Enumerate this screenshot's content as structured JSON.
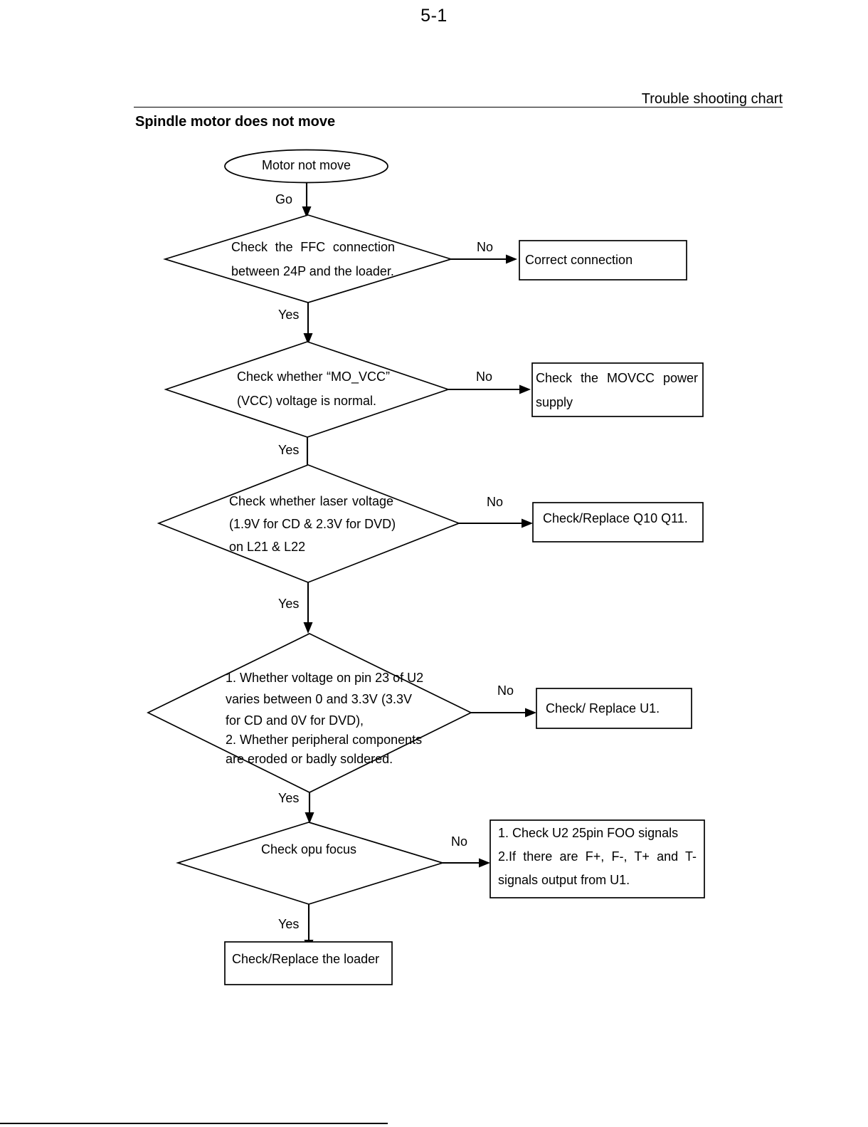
{
  "page": {
    "number": "5-1",
    "header_label": "Trouble shooting chart",
    "section_title": "Spindle motor does not move"
  },
  "flowchart": {
    "type": "troubleshooting-flowchart",
    "start": {
      "shape": "ellipse",
      "label": "Motor not move"
    },
    "edge_labels": {
      "go": "Go",
      "yes": "Yes",
      "no": "No"
    },
    "steps": [
      {
        "id": "step-1",
        "shape": "diamond",
        "lines": [
          "Check the FFC connection",
          "between 24P and the loader."
        ],
        "no_label": "No",
        "yes_label": "Yes",
        "no_target": {
          "shape": "box",
          "lines": [
            "Correct connection"
          ]
        }
      },
      {
        "id": "step-2",
        "shape": "diamond",
        "lines": [
          "Check whether “MO_VCC”",
          "(VCC) voltage is normal."
        ],
        "no_label": "No",
        "yes_label": "Yes",
        "no_target": {
          "shape": "box",
          "lines": [
            "Check the MOVCC power",
            "supply"
          ]
        }
      },
      {
        "id": "step-3",
        "shape": "diamond",
        "lines": [
          "Check whether laser voltage",
          "(1.9V for CD & 2.3V for DVD)",
          "on L21 & L22"
        ],
        "no_label": "No",
        "yes_label": "Yes",
        "no_target": {
          "shape": "box",
          "lines": [
            "Check/Replace Q10  Q11."
          ]
        }
      },
      {
        "id": "step-4",
        "shape": "diamond",
        "lines": [
          "1. Whether voltage on pin 23 of U2",
          "varies between 0 and 3.3V (3.3V",
          "for CD and 0V for DVD),",
          "2. Whether peripheral components",
          "are eroded or badly soldered."
        ],
        "no_label": "No",
        "yes_label": "Yes",
        "no_target": {
          "shape": "box",
          "lines": [
            "Check/ Replace U1."
          ]
        }
      },
      {
        "id": "step-5",
        "shape": "diamond",
        "lines": [
          "Check opu focus"
        ],
        "no_label": "No",
        "yes_label": "Yes",
        "no_target": {
          "shape": "box",
          "lines": [
            "1. Check U2 25pin FOO signals",
            "2.If there are F+, F-, T+ and T-",
            "signals output from U1."
          ]
        }
      }
    ],
    "end": {
      "shape": "box",
      "label": "Check/Replace the loader"
    }
  }
}
